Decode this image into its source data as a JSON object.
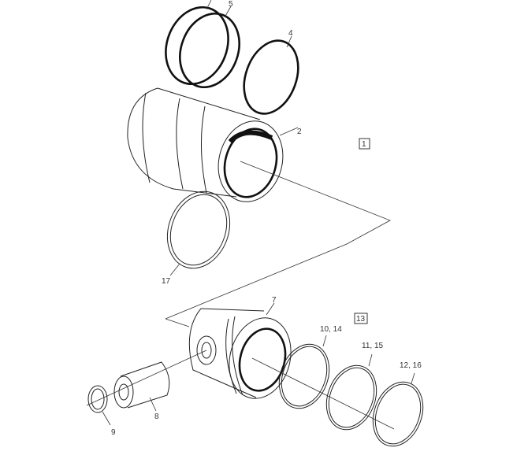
{
  "callouts": {
    "c5": "5",
    "c4": "4",
    "c2": "2",
    "c1": "1",
    "c17": "17",
    "c7": "7",
    "c13": "13",
    "c10_14": "10, 14",
    "c11_15": "11, 15",
    "c12_16": "12, 16",
    "c8": "8",
    "c9": "9"
  },
  "colors": {
    "line": "#111111",
    "background": "#ffffff"
  }
}
